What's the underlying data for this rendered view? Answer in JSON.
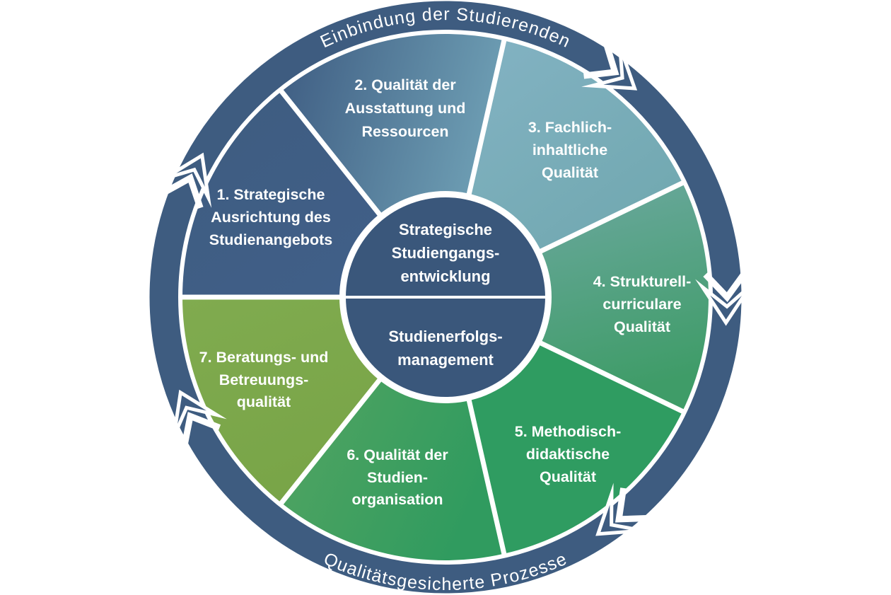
{
  "diagram": {
    "outer_ring": {
      "label_top": "Einbindung der Studierenden",
      "label_bottom": "Qualitätsgesicherte Prozesse",
      "color": "#3e5c80",
      "arrows": {
        "direction": "clockwise",
        "count": 5,
        "icon": "arrowhead"
      }
    },
    "hub": {
      "top_label": "Strategische Studiengangs­entwicklung",
      "top_label_lines": [
        "Strategische",
        "Studiengangs-",
        "entwicklung"
      ],
      "bottom_label": "Studienerfolgs­management",
      "bottom_label_lines": [
        "Studienerfolgs-",
        "management"
      ],
      "color": "#3a577b"
    },
    "segments": [
      {
        "number": "1",
        "label": "1. Strategische Ausrichtung des Studienangebots",
        "lines": [
          "1. Strategische",
          "Ausrichtung des",
          "Studienangebots"
        ],
        "color_from": "#3e5c80",
        "color_to": "#41608a"
      },
      {
        "number": "2",
        "label": "2. Qualität der Ausstattung und Ressourcen",
        "lines": [
          "2. Qualität der",
          "Ausstattung und",
          "Ressourcen"
        ],
        "color_from": "#3e5c82",
        "color_to": "#6fa0b5"
      },
      {
        "number": "3",
        "label": "3. Fachlich-inhaltliche Qualität",
        "lines": [
          "3. Fachlich-",
          "inhaltliche",
          "Qualität"
        ],
        "color_from": "#84b3c4",
        "color_to": "#6fa7ae"
      },
      {
        "number": "4",
        "label": "4. Strukturell-curriculare Qualität",
        "lines": [
          "4. Strukturell-",
          "curriculare",
          "Qualität"
        ],
        "color_from": "#6fa9a3",
        "color_to": "#3f9c68"
      },
      {
        "number": "5",
        "label": "5. Methodisch-didaktische Qualität",
        "lines": [
          "5. Methodisch-",
          "didaktische",
          "Qualität"
        ],
        "color_from": "#2f9c61",
        "color_to": "#2f9c61"
      },
      {
        "number": "6",
        "label": "6. Qualität der Studienorganisation",
        "lines": [
          "6. Qualität der",
          "Studien-",
          "organisation"
        ],
        "color_from": "#58a662",
        "color_to": "#309b5f"
      },
      {
        "number": "7",
        "label": "7. Beratungs- und Betreuungsqualität",
        "lines": [
          "7. Beratungs- und",
          "Betreuungs-",
          "qualität"
        ],
        "color_from": "#80ab4f",
        "color_to": "#78a447"
      }
    ],
    "text_color": "#ffffff",
    "background_color": "#ffffff"
  }
}
